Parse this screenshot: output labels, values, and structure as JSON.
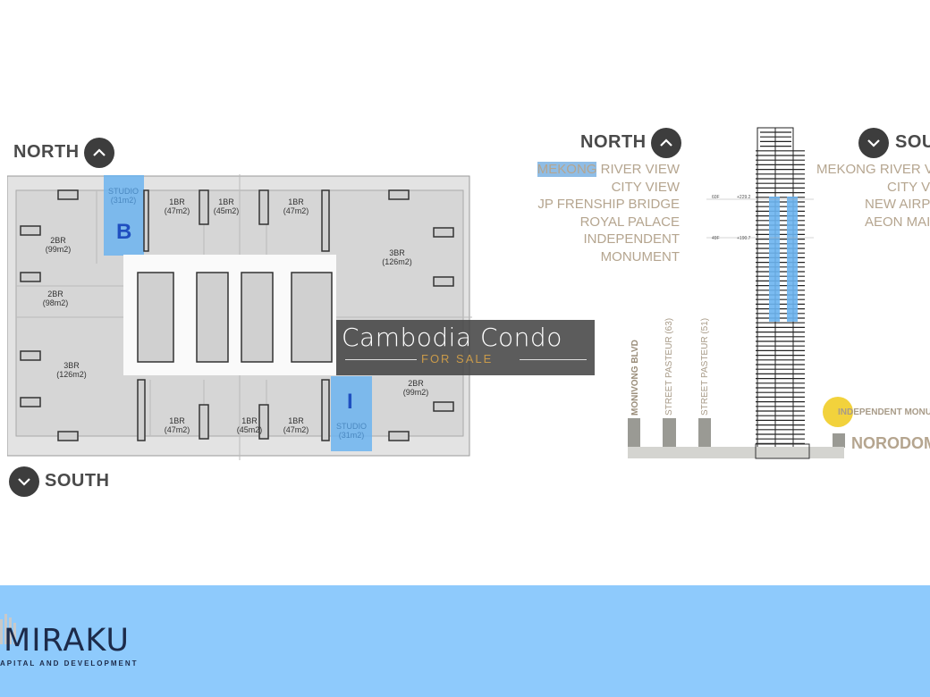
{
  "floor_plan": {
    "north_label": "NORTH",
    "south_label": "SOUTH",
    "units_top": [
      {
        "type": "STUDIO",
        "area": "(31m2)",
        "highlight": "B"
      },
      {
        "type": "1BR",
        "area": "(47m2)"
      },
      {
        "type": "1BR",
        "area": "(45m2)"
      },
      {
        "type": "1BR",
        "area": "(47m2)"
      }
    ],
    "units_bottom": [
      {
        "type": "1BR",
        "area": "(47m2)"
      },
      {
        "type": "1BR",
        "area": "(45m2)"
      },
      {
        "type": "1BR",
        "area": "(47m2)"
      },
      {
        "type": "STUDIO",
        "area": "(31m2)",
        "highlight": "I"
      }
    ],
    "units_left": [
      {
        "type": "2BR",
        "area": "(99m2)"
      },
      {
        "type": "2BR",
        "area": "(98m2)"
      },
      {
        "type": "3BR",
        "area": "(126m2)"
      }
    ],
    "units_right": [
      {
        "type": "3BR",
        "area": "(126m2)"
      },
      {
        "type": "2BR",
        "area": "(99m2)"
      }
    ]
  },
  "watermark": {
    "title": "Cambodia Condo",
    "subtitle": "FOR SALE"
  },
  "elevation": {
    "north_label": "NORTH",
    "south_label": "SOU",
    "north_views": [
      "MEKONG",
      "RIVER VIEW",
      "CITY VIEW",
      "JP FRENSHIP BRIDGE",
      "ROYAL PALACE",
      "INDEPENDENT",
      "MONUMENT"
    ],
    "south_views": [
      "MEKONG RIVER VI",
      "CITY VI",
      "NEW AIRPO",
      "AEON MAI"
    ],
    "levels": [
      {
        "floor": "60F",
        "height": "+229.2"
      },
      {
        "floor": "49F",
        "height": "+190.7"
      }
    ],
    "streets": [
      "MONIVONG BLVD",
      "STREET PASTEUR (63)",
      "STREET PASTEUR (51)"
    ],
    "landmark": "INDEPENDENT MONU",
    "road": "NORODOM"
  },
  "footer": {
    "logo_name": "MIRAKU",
    "logo_tagline": "APITAL AND DEVELOPMENT"
  },
  "colors": {
    "highlight": "#6cb4f0",
    "footer": "#8ecafc",
    "view_text": "#b5a58f",
    "marker": "#f2d23c"
  }
}
